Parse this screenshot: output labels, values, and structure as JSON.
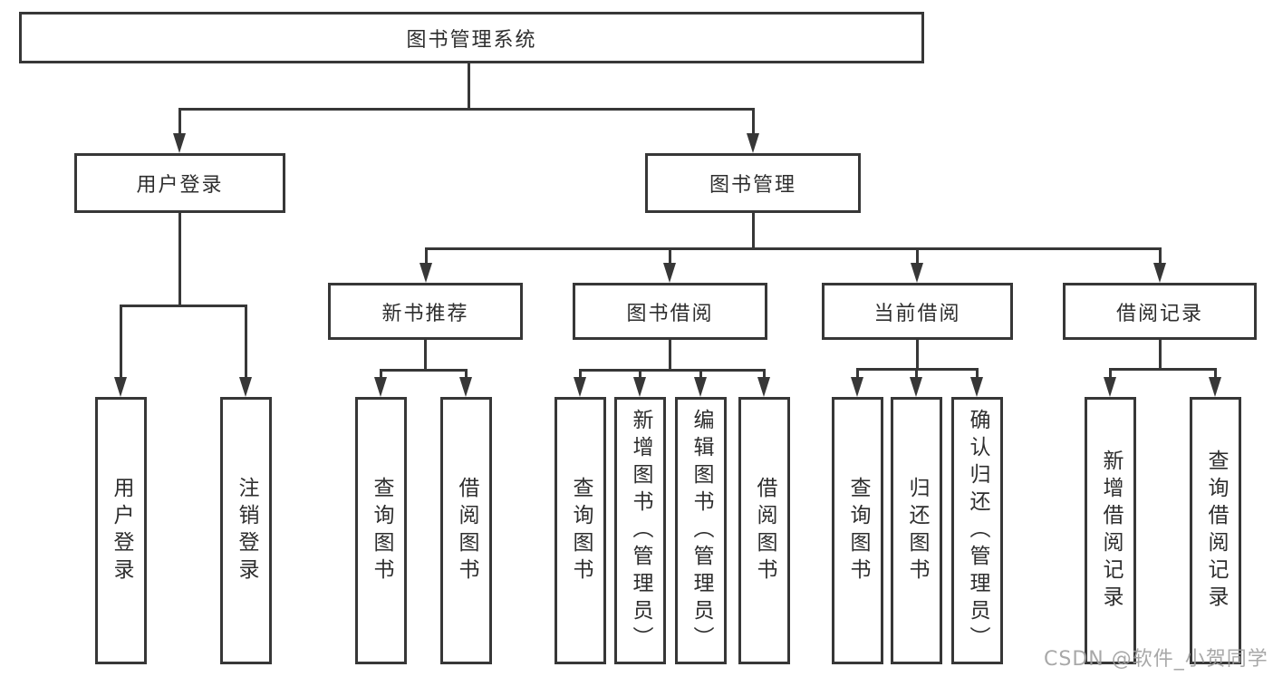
{
  "tree": {
    "root": {
      "label": "图书管理系统"
    },
    "branches": [
      {
        "label": "用户登录",
        "children": [
          "用户登录",
          "注销登录"
        ]
      },
      {
        "label": "图书管理",
        "groups": [
          {
            "label": "新书推荐",
            "children": [
              "查询图书",
              "借阅图书"
            ]
          },
          {
            "label": "图书借阅",
            "children": [
              "查询图书",
              "新增图书（管理员）",
              "编辑图书（管理员）",
              "借阅图书"
            ]
          },
          {
            "label": "当前借阅",
            "children": [
              "查询图书",
              "归还图书",
              "确认归还（管理员）"
            ]
          },
          {
            "label": "借阅记录",
            "children": [
              "新增借阅记录",
              "查询借阅记录"
            ]
          }
        ]
      }
    ]
  },
  "watermark": {
    "text": "CSDN @软件_小贺同学"
  },
  "colors": {
    "line": "#373737",
    "text": "#2e2e2e",
    "background": "#ffffff",
    "watermark": "#9e9e9e"
  }
}
